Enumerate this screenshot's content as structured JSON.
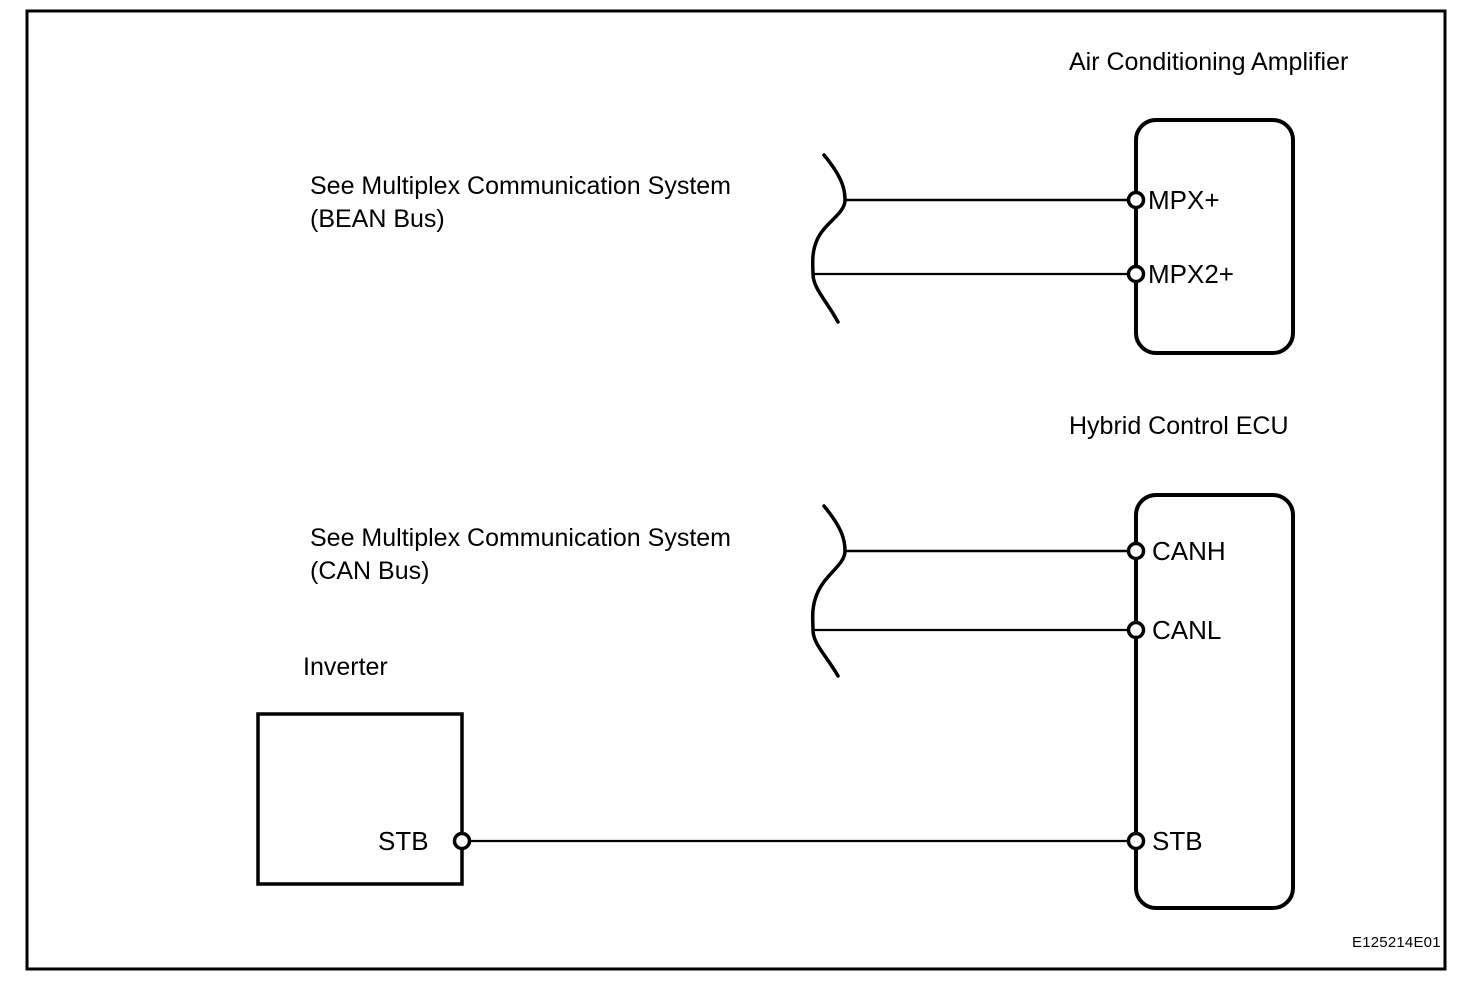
{
  "diagram": {
    "reference_code": "E125214E01",
    "frame": {
      "stroke": "#000000"
    },
    "components": [
      {
        "id": "air-conditioning-amplifier",
        "title": "Air Conditioning Amplifier",
        "shape": "rounded-rectangle",
        "pins": [
          "MPX+",
          "MPX2+"
        ]
      },
      {
        "id": "hybrid-control-ecu",
        "title": "Hybrid Control ECU",
        "shape": "rounded-rectangle",
        "pins": [
          "CANH",
          "CANL",
          "STB"
        ]
      },
      {
        "id": "inverter",
        "title": "Inverter",
        "shape": "rectangle",
        "pins": [
          "STB"
        ]
      }
    ],
    "notes": [
      {
        "id": "bean-bus-note",
        "line1": "See Multiplex Communication System",
        "line2": "(BEAN Bus)"
      },
      {
        "id": "can-bus-note",
        "line1": "See Multiplex Communication System",
        "line2": "(CAN Bus)"
      }
    ],
    "labels": {
      "air_conditioning_amplifier": "Air Conditioning Amplifier",
      "hybrid_control_ecu": "Hybrid Control ECU",
      "inverter": "Inverter",
      "bean_note_line1": "See Multiplex Communication System",
      "bean_note_line2": "(BEAN Bus)",
      "can_note_line1": "See Multiplex Communication System",
      "can_note_line2": "(CAN Bus)",
      "pin_mpx_plus": "MPX+",
      "pin_mpx2_plus": "MPX2+",
      "pin_canh": "CANH",
      "pin_canl": "CANL",
      "pin_stb_ecu": "STB",
      "pin_stb_inverter": "STB",
      "reference_code": "E125214E01"
    },
    "connections": [
      {
        "from": "bean-bus-brace",
        "to": "MPX+"
      },
      {
        "from": "bean-bus-brace",
        "to": "MPX2+"
      },
      {
        "from": "can-bus-brace",
        "to": "CANH"
      },
      {
        "from": "can-bus-brace",
        "to": "CANL"
      },
      {
        "from": "inverter.STB",
        "to": "hybrid-control-ecu.STB"
      }
    ],
    "colors": {
      "stroke": "#000000",
      "background": "#ffffff",
      "pin_fill": "#ffffff"
    }
  }
}
